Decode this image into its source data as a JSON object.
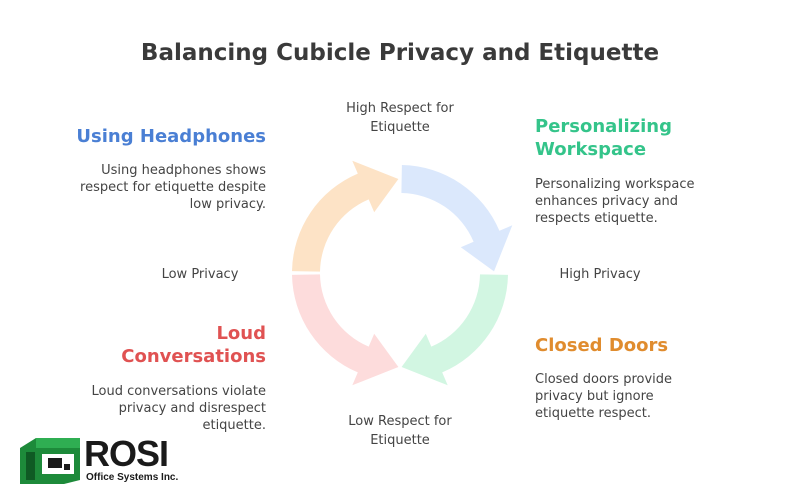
{
  "title": "Balancing Cubicle Privacy and Etiquette",
  "axes": {
    "top": "High Respect for Etiquette",
    "bottom": "Low Respect for Etiquette",
    "left": "Low Privacy",
    "right": "High Privacy"
  },
  "quadrants": {
    "top_left": {
      "title": "Using Headphones",
      "description": "Using headphones shows respect for etiquette despite low privacy.",
      "title_color": "#4a7fd4",
      "segment_color": "#fde3c6"
    },
    "top_right": {
      "title": "Personalizing Workspace",
      "description": "Personalizing workspace enhances privacy and respects etiquette.",
      "title_color": "#34c48a",
      "segment_color": "#dbe8fc"
    },
    "bottom_left": {
      "title": "Loud Conversations",
      "description": "Loud conversations violate privacy and disrespect etiquette.",
      "title_color": "#e05252",
      "segment_color": "#fddcdc"
    },
    "bottom_right": {
      "title": "Closed Doors",
      "description": "Closed doors provide privacy but ignore etiquette respect.",
      "title_color": "#e08c2e",
      "segment_color": "#d2f6e2"
    }
  },
  "logo": {
    "brand": "ROSI",
    "subtitle": "Office Systems Inc.",
    "color": "#1d8a3a"
  }
}
